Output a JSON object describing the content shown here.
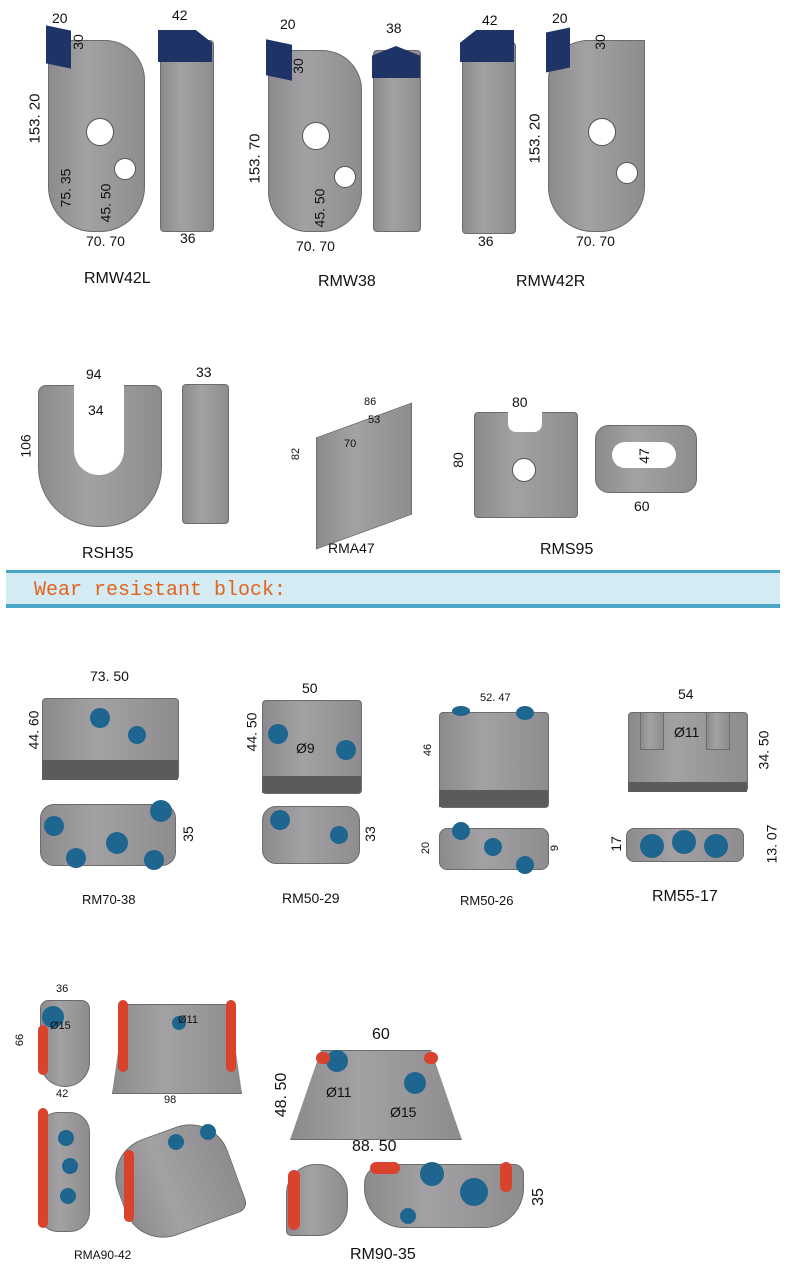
{
  "parts": {
    "rmw42l": {
      "label": "RMW42L",
      "dims": [
        "20",
        "30",
        "42",
        "153. 20",
        "75. 35",
        "45. 50",
        "70. 70",
        "36"
      ]
    },
    "rmw38": {
      "label": "RMW38",
      "dims": [
        "20",
        "30",
        "38",
        "153. 70",
        "45. 50",
        "70. 70"
      ]
    },
    "rmw42r": {
      "label": "RMW42R",
      "dims": [
        "42",
        "20",
        "30",
        "153. 20",
        "36",
        "70. 70"
      ]
    },
    "rsh35": {
      "label": "RSH35",
      "dims": [
        "94",
        "34",
        "106",
        "33"
      ]
    },
    "rma47": {
      "label": "RMA47",
      "dims": [
        "86",
        "53",
        "70",
        "82"
      ]
    },
    "rms95": {
      "label": "RMS95",
      "dims": [
        "80",
        "80",
        "47",
        "60"
      ]
    },
    "rm70_38": {
      "label": "RM70-38",
      "dims": [
        "73. 50",
        "44. 60",
        "35"
      ]
    },
    "rm50_29": {
      "label": "RM50-29",
      "dims": [
        "50",
        "44. 50",
        "Ø9",
        "33"
      ]
    },
    "rm50_26": {
      "label": "RM50-26",
      "dims": [
        "52. 47",
        "46",
        "20",
        "9"
      ]
    },
    "rm55_17": {
      "label": "RM55-17",
      "dims": [
        "54",
        "Ø11",
        "34. 50",
        "17",
        "13. 07"
      ]
    },
    "rma90_42": {
      "label": "RMA90-42",
      "dims": [
        "36",
        "66",
        "Ø15",
        "42",
        "Ø11",
        "98"
      ]
    },
    "rm90_35": {
      "label": "RM90-35",
      "dims": [
        "60",
        "48. 50",
        "Ø11",
        "Ø15",
        "88. 50",
        "35"
      ]
    }
  },
  "section": {
    "title": "Wear resistant block:"
  },
  "colors": {
    "banner_bg": "#d4ebf3",
    "banner_border": "#4ba6c6",
    "title": "#e2641c",
    "carbide": "#1f3466",
    "stud": "#1e6690",
    "steel": "#9a989a"
  }
}
